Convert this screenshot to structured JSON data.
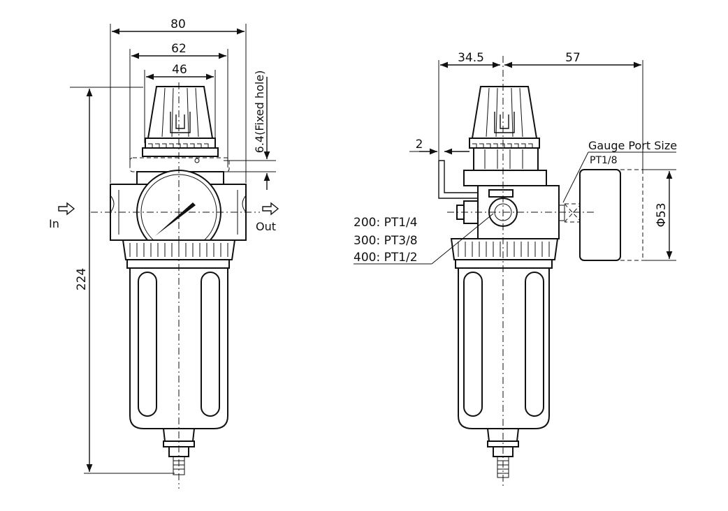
{
  "front_view": {
    "dim_width_overall": "80",
    "dim_width_body": "62",
    "dim_width_knob": "46",
    "dim_fixed_hole": "6.4(Fixed hole)",
    "dim_height": "224",
    "inlet_label": "In",
    "outlet_label": "Out"
  },
  "side_view": {
    "dim_left": "34.5",
    "dim_right": "57",
    "dim_offset": "2",
    "gauge_port_title": "Gauge Port Size",
    "gauge_port_value": "PT1/8",
    "gauge_diameter": "Φ53",
    "port_sizes": [
      "200: PT1/4",
      "300: PT3/8",
      "400: PT1/2"
    ]
  }
}
